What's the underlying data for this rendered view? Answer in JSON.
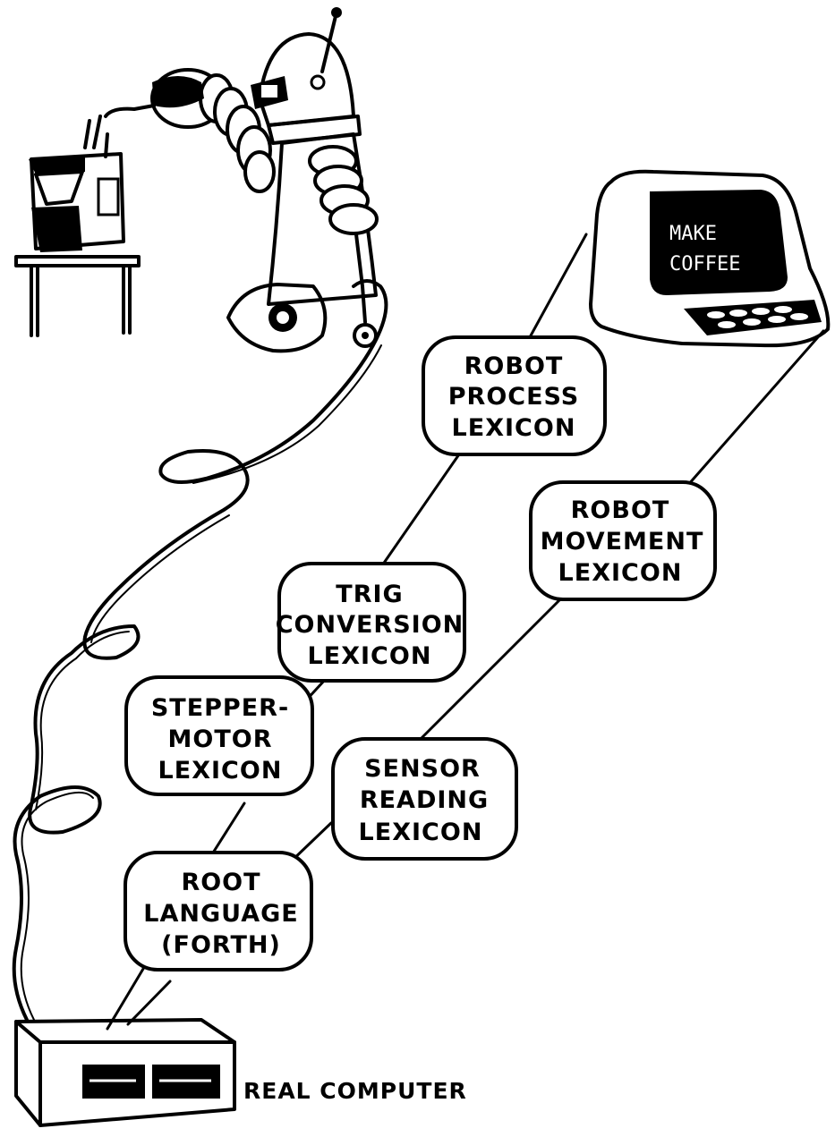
{
  "diagram": {
    "nodes": [
      {
        "id": "robot-process",
        "lines": [
          "ROBOT",
          "PROCESS",
          "LEXICON"
        ]
      },
      {
        "id": "trig-conversion",
        "lines": [
          "TRIG",
          "CONVERSION",
          "LEXICON"
        ]
      },
      {
        "id": "stepper-motor",
        "lines": [
          "STEPPER-",
          "MOTOR",
          "LEXICON"
        ]
      },
      {
        "id": "root-language",
        "lines": [
          "ROOT",
          "LANGUAGE",
          "(FORTH)"
        ]
      },
      {
        "id": "robot-movement",
        "lines": [
          "ROBOT",
          "MOVEMENT",
          "LEXICON"
        ]
      },
      {
        "id": "sensor-reading",
        "lines": [
          "SENSOR",
          "READING",
          "LEXICON"
        ]
      }
    ],
    "terminal_screen_lines": [
      "MAKE",
      "COFFEE"
    ],
    "computer_label": "REAL COMPUTER"
  },
  "illustration_icons": [
    "robot-icon",
    "coffee-maker-icon",
    "terminal-icon",
    "computer-box-icon",
    "cable-icon"
  ]
}
